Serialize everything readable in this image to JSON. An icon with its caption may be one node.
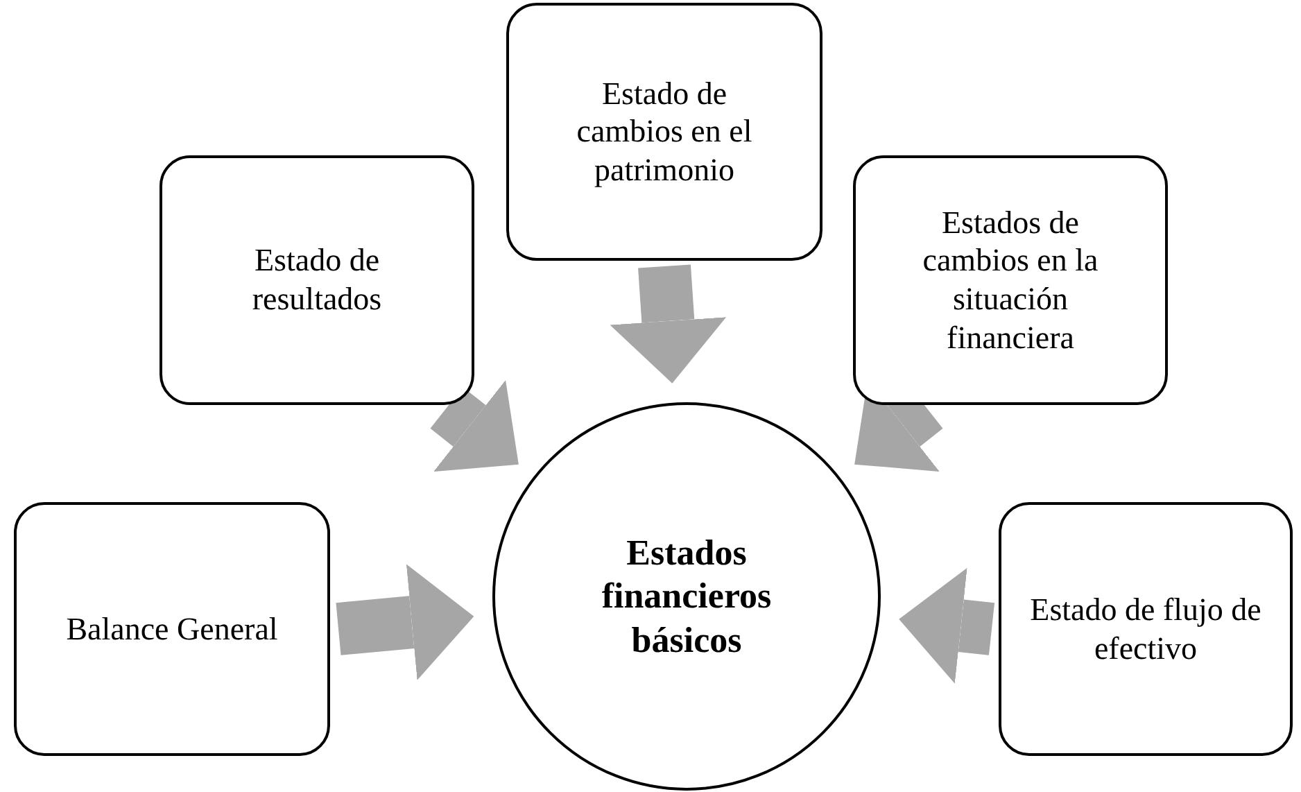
{
  "diagram": {
    "nodes": [
      {
        "text": [
          "Estado de cambios en el patrimonio"
        ]
      },
      {
        "text": [
          "Estado de resultados"
        ]
      },
      {
        "text": [
          "Estados de cambios en la situación financiera"
        ]
      },
      {
        "text": [
          "Balance General"
        ]
      },
      {
        "text": [
          "Estados financieros básicos"
        ]
      },
      {
        "text": [
          "Estado de flujo de efectivo"
        ]
      }
    ],
    "edges": [
      {
        "from": 3,
        "to": 4,
        "arrow": "to"
      },
      {
        "from": 1,
        "to": 4,
        "arrow": "to"
      },
      {
        "from": 0,
        "to": 4,
        "arrow": "to"
      },
      {
        "from": 2,
        "to": 4,
        "arrow": "to"
      },
      {
        "from": 5,
        "to": 4,
        "arrow": "to"
      }
    ]
  }
}
